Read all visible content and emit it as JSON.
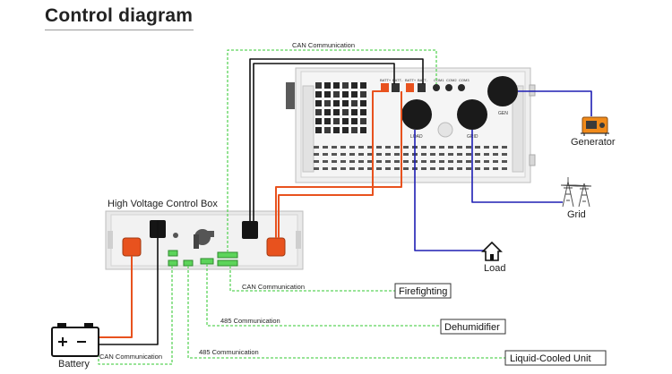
{
  "title": "Control diagram",
  "inverter": {
    "top_ports": [
      "BATT+",
      "BATT-",
      "BATT+",
      "BATT-",
      "COM1",
      "COM2",
      "COM3"
    ],
    "load_label": "LOAD",
    "grid_label": "GRID",
    "gen_label": "GEN"
  },
  "control_box": {
    "label": "High Voltage Control Box"
  },
  "devices": {
    "generator": "Generator",
    "grid": "Grid",
    "load": "Load",
    "battery": "Battery",
    "firefighting": "Firefighting",
    "dehumidifier": "Dehumidifier",
    "liquid_cooled_unit": "Liquid-Cooled Unit"
  },
  "connections": {
    "can_top": "CAN Communication",
    "can_firefighting": "CAN Communication",
    "rs485_dehumidifier": "485 Communication",
    "rs485_liquid": "485 Communication",
    "can_battery": "CAN Communication"
  },
  "colors": {
    "dc_power": "#e8521e",
    "comm": "#5cd45a",
    "ac_power": "#1e1eb4",
    "black_wire": "#111111"
  }
}
